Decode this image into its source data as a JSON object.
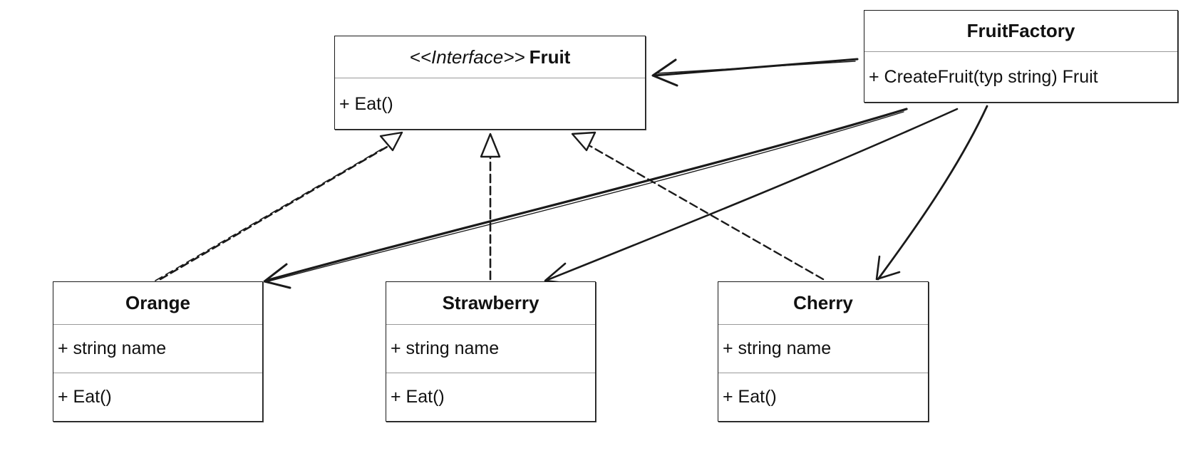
{
  "interface": {
    "stereotype": "<<Interface>>",
    "name": "Fruit",
    "method": "+ Eat()"
  },
  "factory": {
    "name": "FruitFactory",
    "method": "+ CreateFruit(typ string) Fruit"
  },
  "classes": [
    {
      "name": "Orange",
      "attribute": "+ string name",
      "method": "+ Eat()"
    },
    {
      "name": "Strawberry",
      "attribute": "+ string name",
      "method": "+ Eat()"
    },
    {
      "name": "Cherry",
      "attribute": "+ string name",
      "method": "+ Eat()"
    }
  ]
}
